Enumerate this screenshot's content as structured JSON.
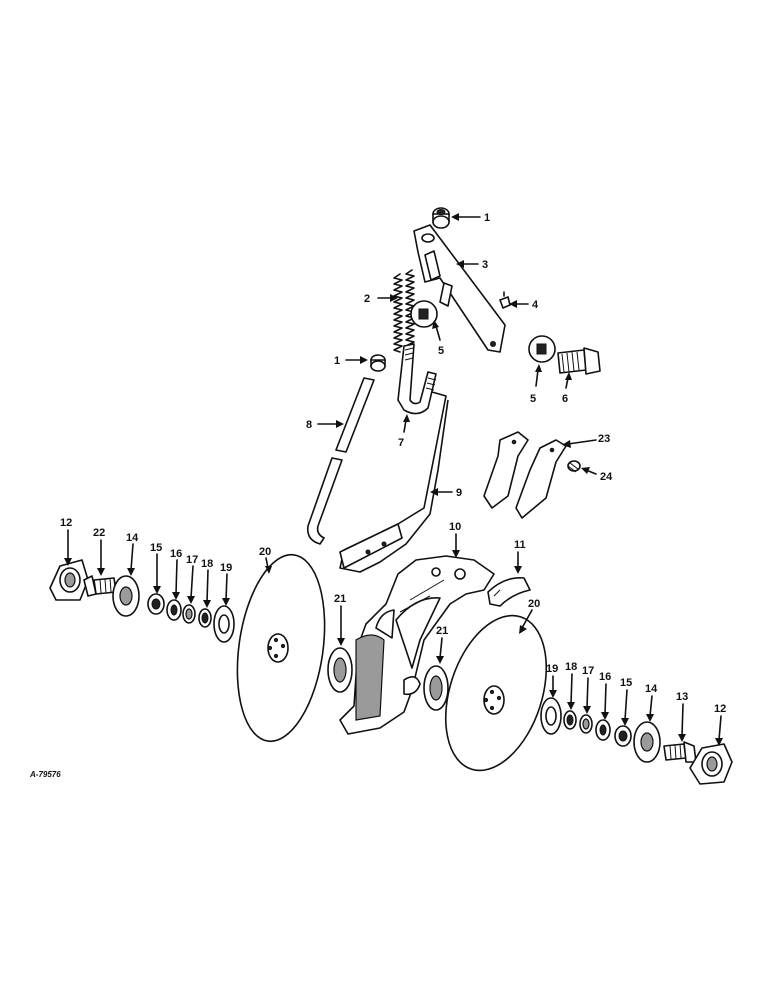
{
  "diagram": {
    "reference_code": "A-79576",
    "callouts": {
      "washer_top": "1",
      "spring": "2",
      "scraper_arm": "3",
      "grease_fitting": "4",
      "cam_washer_left": "5",
      "cam_washer_right": "5",
      "bolt_upper": "6",
      "u_bolt": "7",
      "rod": "8",
      "bar": "9",
      "boot_casting": "10",
      "scraper_small": "11",
      "cap_left": "12",
      "cap_right": "12",
      "bolt_right": "13",
      "hub_left": "14",
      "hub_right": "14",
      "bearing_left": "15",
      "bearing_right": "15",
      "seal_left": "16",
      "seal_right": "16",
      "ring_left": "17",
      "ring_right": "17",
      "retainer_left": "18",
      "retainer_right": "18",
      "flange_left": "19",
      "flange_right": "19",
      "disc_left": "20",
      "disc_right": "20",
      "plate_left": "21",
      "plate_right": "21",
      "bolt_left": "22",
      "scraper_blades": "23",
      "nut": "24",
      "washer_mid": "1"
    }
  }
}
